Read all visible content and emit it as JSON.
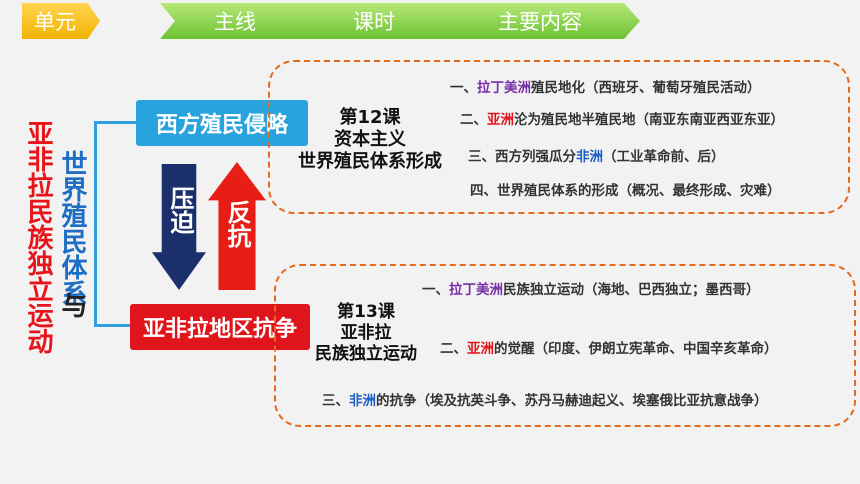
{
  "header": {
    "unit": "单元",
    "main_line": "主线",
    "lesson": "课时",
    "content": "主要内容"
  },
  "left_titles": {
    "red": "亚非拉民族独立运动",
    "blue": "世界殖民体系",
    "yu": "与"
  },
  "concepts": {
    "west": "西方殖民侵略",
    "asia": "亚非拉地区抗争",
    "oppress": "压迫",
    "resist": "反抗"
  },
  "lesson12": {
    "line1": "第12课",
    "line2": "资本主义",
    "line3": "世界殖民体系形成",
    "items": [
      {
        "pre": "一、",
        "hl": "拉丁美洲",
        "post": "殖民地化（西班牙、葡萄牙殖民活动）"
      },
      {
        "pre": "二、",
        "hl": "亚洲",
        "post": "沦为殖民地半殖民地（南亚东南亚西亚东亚）"
      },
      {
        "pre": "三、西方列强瓜分",
        "hl": "非洲",
        "post": "（工业革命前、后）"
      },
      {
        "pre": "四、世界殖民体系的形成（概况、最终形成、灾难）",
        "hl": "",
        "post": ""
      }
    ]
  },
  "lesson13": {
    "line1": "第13课",
    "line2": "亚非拉",
    "line3": "民族独立运动",
    "items": [
      {
        "pre": "一、",
        "hl": "拉丁美洲",
        "post": "民族独立运动（海地、巴西独立；墨西哥）"
      },
      {
        "pre": "二、",
        "hl": "亚洲",
        "post": "的觉醒（印度、伊朗立宪革命、中国辛亥革命）"
      },
      {
        "pre": "三、",
        "hl": "非洲",
        "post": "的抗争（埃及抗英斗争、苏丹马赫迪起义、埃塞俄比亚抗意战争）"
      }
    ]
  },
  "colors": {
    "accent_blue": "#29a3dd",
    "accent_red": "#e0141b",
    "header_green": "#6cc232",
    "header_yellow": "#f0b400",
    "dash_orange": "#e56a1d"
  }
}
